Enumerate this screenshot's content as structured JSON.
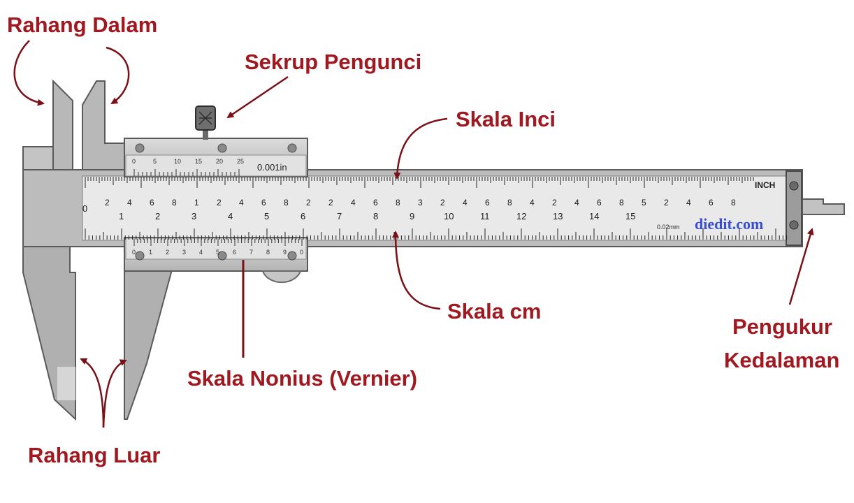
{
  "labels": {
    "inner_jaw": "Rahang Dalam",
    "lock_screw": "Sekrup Pengunci",
    "inch_scale": "Skala Inci",
    "cm_scale": "Skala cm",
    "vernier_scale": "Skala Nonius (Vernier)",
    "outer_jaw": "Rahang Luar",
    "depth_gauge_line1": "Pengukur",
    "depth_gauge_line2": "Kedalaman"
  },
  "instrument": {
    "inch_unit": "INCH",
    "slider_resolution_inch": "0.001in",
    "resolution_mm": "0.02mm",
    "watermark": "diedit.com",
    "inch_subdivision_labels": [
      "2",
      "4",
      "6",
      "8"
    ],
    "inch_major_labels": [
      "1",
      "2",
      "3",
      "4",
      "5"
    ],
    "cm_labels": [
      "0",
      "1",
      "2",
      "3",
      "4",
      "5",
      "6",
      "7",
      "8",
      "9",
      "10",
      "11",
      "12",
      "13",
      "14",
      "15"
    ],
    "inch_vernier_labels": [
      "0",
      "5",
      "10",
      "15",
      "20",
      "25"
    ],
    "metric_vernier_labels": [
      "0",
      "1",
      "2",
      "3",
      "4",
      "5",
      "6",
      "7",
      "8",
      "9",
      "0"
    ]
  },
  "colors": {
    "label": "#a01820",
    "arrow": "#7a1018",
    "body": "#c8c8c8",
    "body_dark": "#7d7d7d",
    "scale_face": "#e9e9e9",
    "watermark": "#3a4fd0"
  }
}
